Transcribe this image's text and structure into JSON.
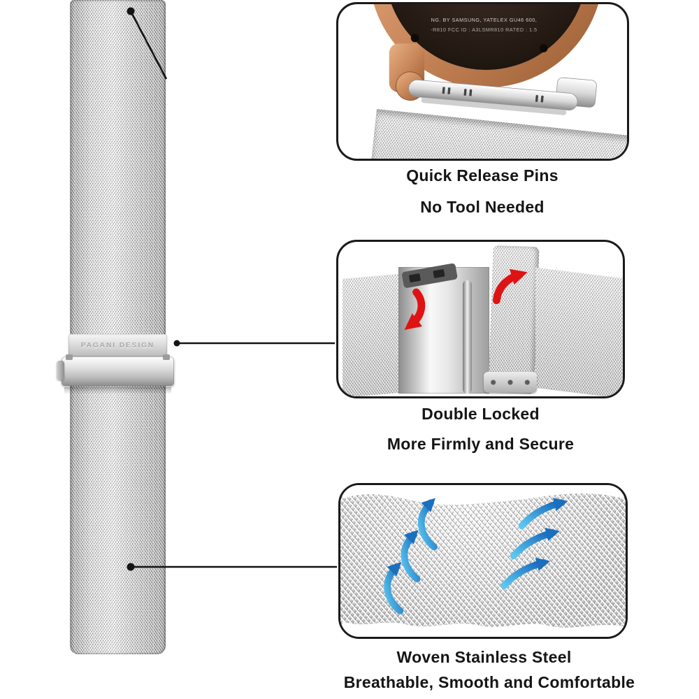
{
  "brand": {
    "clasp_engraving": "PAGANI DESIGN"
  },
  "watch": {
    "bezel_text_line1": "NG. BY SAMSUNG, YATELEX GU46 600,",
    "bezel_text_line2": "-R810 FCC ID : A3LSMR810 RATED : 1.5"
  },
  "callouts": [
    {
      "title": "Quick Release Pins",
      "subtitle": "No Tool Needed"
    },
    {
      "title": "Double Locked",
      "subtitle": "More Firmly and Secure"
    },
    {
      "title": "Woven Stainless Steel",
      "subtitle": "Breathable, Smooth and Comfortable"
    }
  ],
  "colors": {
    "outline": "#1a1a1a",
    "caption_text": "#151515",
    "accent_red": "#df1313",
    "accent_blue": "#2b9fe0",
    "rose_gold": "#c9875a",
    "steel_light": "#f2f2f2",
    "steel_dark": "#9a9a9a"
  }
}
